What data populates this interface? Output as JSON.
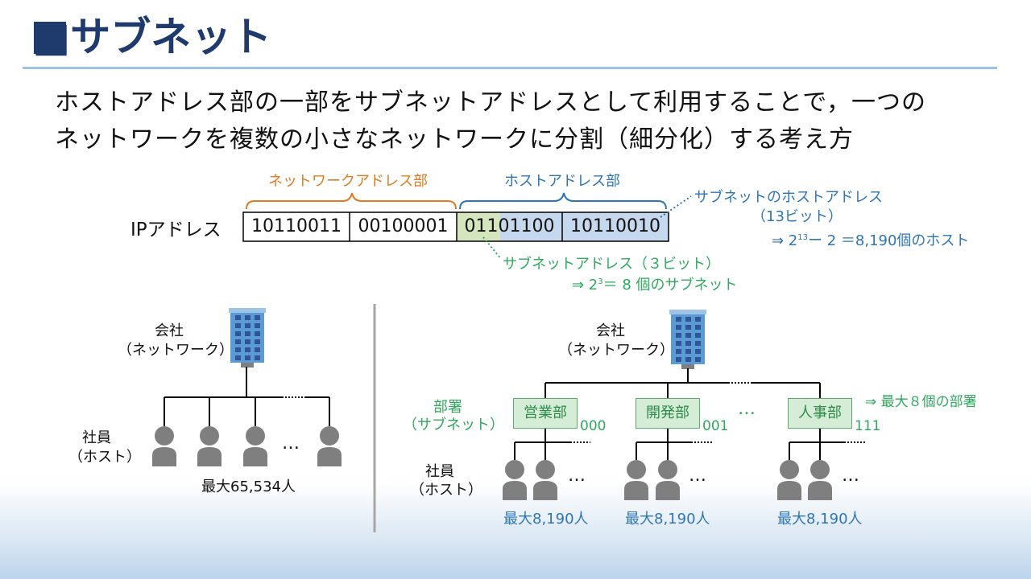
{
  "title": "■サブネット",
  "description": [
    "ホストアドレス部の一部をサブネットアドレスとして利用することで，一つの",
    "ネットワークを複数の小さなネットワークに分割（細分化）する考え方"
  ],
  "ip_section": {
    "label": "IPアドレス",
    "network_part_label": "ネットワークアドレス部",
    "host_part_label": "ホストアドレス部",
    "octets": [
      "10110011",
      "00100001",
      "01101100",
      "10110010"
    ],
    "subnet_host_label": "サブネットのホストアドレス",
    "subnet_host_bits": "（13ビット）",
    "subnet_host_formula": "⇒ 2",
    "subnet_host_exp": "13",
    "subnet_host_formula_rest": "ー 2 ＝8,190個のホスト",
    "subnet_addr_label": "サブネットアドレス（３ビット）",
    "subnet_addr_formula": "⇒ 2",
    "subnet_addr_exp": "3",
    "subnet_addr_formula_rest": "＝ 8 個のサブネット"
  },
  "left_diagram": {
    "company_label": "会社",
    "company_sublabel": "（ネットワーク）",
    "employee_label": "社員",
    "employee_sublabel": "（ホスト）",
    "ellipsis": "…",
    "max_label": "最大65,534人"
  },
  "right_diagram": {
    "company_label": "会社",
    "company_sublabel": "（ネットワーク）",
    "dept_label": "部署",
    "dept_sublabel": "（サブネット）",
    "max_dept_label": "⇒ 最大８個の部署",
    "departments": [
      {
        "name": "営業部",
        "code": "000",
        "max": "最大8,190人"
      },
      {
        "name": "開発部",
        "code": "001",
        "max": "最大8,190人"
      },
      {
        "name": "人事部",
        "code": "111",
        "max": "最大8,190人"
      }
    ],
    "dept_ellipsis": "…",
    "employee_label": "社員",
    "employee_sublabel": "（ホスト）",
    "ellipsis": "…"
  },
  "colors": {
    "title": "#1f3b6e",
    "network_part": "#e07b1f",
    "host_part": "#2e75b6",
    "subnet_part": "#2eaa5c",
    "subnet_fill": "#d5e5bd",
    "host_fill": "#c6d8ee",
    "person": "#7f7f7f",
    "building": "#5b9bd5"
  },
  "icons": [
    "building-icon",
    "person-icon"
  ]
}
